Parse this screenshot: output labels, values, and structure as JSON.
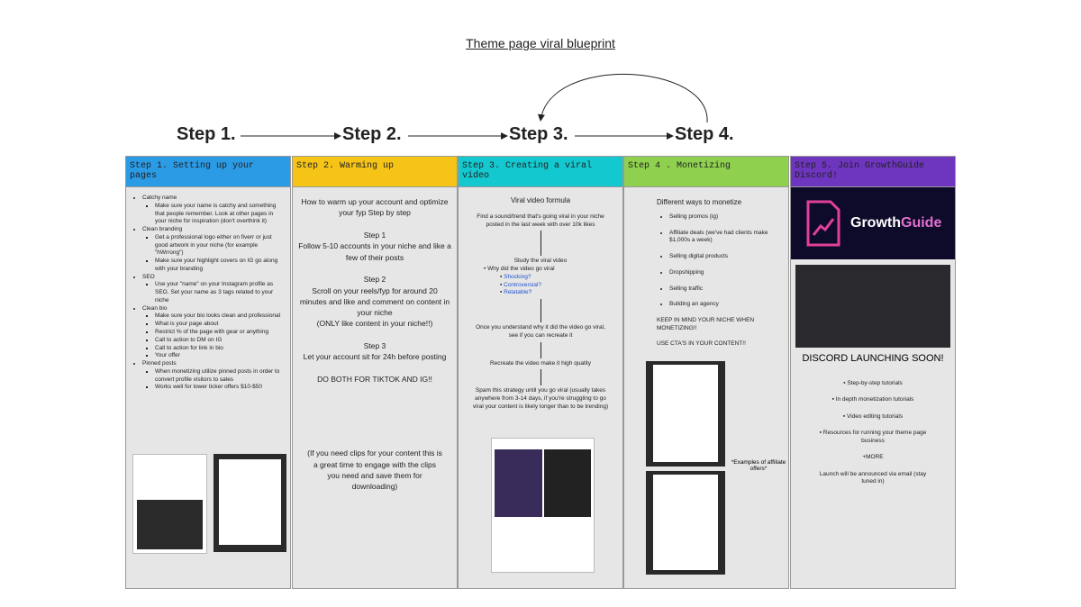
{
  "title": "Theme page viral blueprint",
  "steps": [
    "Step 1.",
    "Step 2.",
    "Step 3.",
    "Step 4."
  ],
  "columns": [
    {
      "header": "Step 1. Setting up your pages",
      "color": "#2b9be6",
      "items": [
        {
          "label": "Catchy name",
          "sub": [
            "Make sure your name is catchy and something that people remember. Look at other pages in your niche for inspiration (don't overthink it)"
          ]
        },
        {
          "label": "Clean branding",
          "sub": [
            "Get a professional logo either on fiverr or just good artwork in your niche (for example \"hWrrong\")",
            "Make sure your highlight covers on IG go along with your branding"
          ]
        },
        {
          "label": "SEO",
          "sub": [
            "Use your \"name\" on your Instagram profile as SEO. Set your name as 3 tags related to your niche"
          ]
        },
        {
          "label": "Clean bio",
          "sub": [
            "Make sure your bio looks clean and professional",
            "What is your page about",
            "Restrict % of the page with gear or anything",
            "Call to action to DM on IG",
            "Call to action for link in bio",
            "Your offer"
          ]
        },
        {
          "label": "Pinned posts",
          "sub": [
            "When monetizing utilize pinned posts in order to convert profile visitors to sales",
            "Works well for lower ticker offers $10-$50"
          ]
        }
      ]
    },
    {
      "header": "Step 2. Warming up",
      "color": "#f6c417",
      "paragraphs": [
        "How to warm up your account and optimize your fyp Step by step",
        "Step 1",
        "Follow 5-10 accounts in your niche and like a few of their posts",
        "Step 2",
        "Scroll on your reels/fyp for around 20 minutes and like and comment on content in your niche",
        "(ONLY like content in your niche!!)",
        "Step 3",
        "Let your account sit for 24h before posting",
        "DO BOTH FOR TIKTOK AND IG!!",
        "(If you need clips for your content this is a great time to engage with the clips you need and save them for downloading)"
      ]
    },
    {
      "header": "Step 3. Creating a viral video",
      "color": "#14c8cf",
      "formula_title": "Viral video formula",
      "flow": [
        "Find a sound/trend that's going viral in your niche posted in the last week with over 10k likes",
        "Study the viral video",
        "Why did the video go viral",
        "Once you understand why it did the video go viral, see if you can recreate it",
        "Recreate the video make it high quality",
        "Spam this strategy until you go viral (usually takes anywhere from 3-14 days, if you're struggling to go viral your content is likely longer than to be trending)"
      ],
      "links": [
        "Shocking?",
        "Controversial?",
        "Relatable?"
      ]
    },
    {
      "header": "Step 4 . Monetizing",
      "color": "#8fd14f",
      "intro": "Different ways to monetize",
      "items": [
        "Selling promos (ig)",
        "Affiliate deals (we've had clients make $1,000s a week)",
        "Selling digital products",
        "Dropshipping",
        "Selling traffic",
        "Building an agency"
      ],
      "notes": [
        "KEEP IN MIND YOUR NICHE WHEN MONETIZING!!",
        "USE CTA'S IN YOUR CONTENT!!"
      ],
      "caption": "*Examples of affiliate offers*"
    },
    {
      "header": "Step 5. Join GrowthGuide Discord!",
      "color": "#6e35be",
      "logo_text_a": "Growth",
      "logo_text_b": "Guide",
      "headline": "DISCORD LAUNCHING SOON!",
      "items": [
        "Step-by-step tutorials",
        "In depth monetization tutorials",
        "Video editing tutorials",
        "Resources for running your theme page business"
      ],
      "more": "+MORE",
      "footer": "Launch will be announced via email (stay tuned in)"
    }
  ]
}
